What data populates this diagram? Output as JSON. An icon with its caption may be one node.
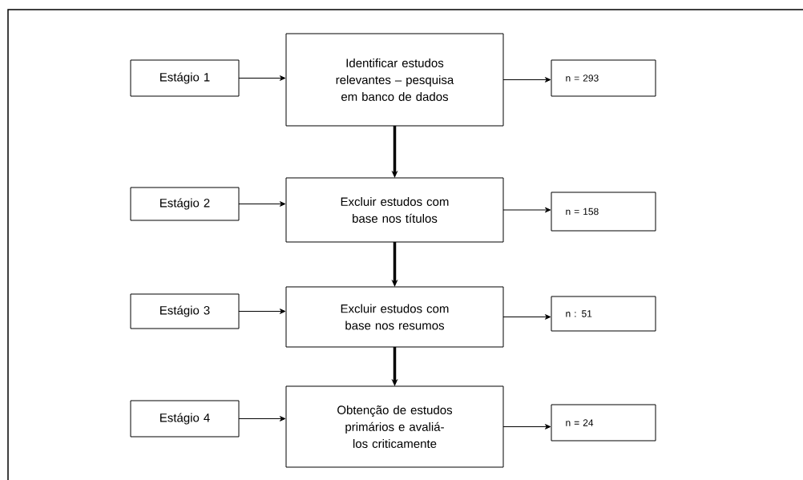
{
  "diagram": {
    "nodes": [
      {
        "text": [
          "Estágio 1"
        ]
      },
      {
        "text": [
          "Identificar estudos relevantes – pesquisa em banco de dados"
        ]
      },
      {
        "text": [
          "n = 293"
        ]
      },
      {
        "text": [
          "Estágio 2"
        ]
      },
      {
        "text": [
          "Excluir estudos com base nos títulos"
        ]
      },
      {
        "text": [
          "n = 158"
        ]
      },
      {
        "text": [
          "Estágio 3"
        ]
      },
      {
        "text": [
          "Excluir estudos com base nos resumos"
        ]
      },
      {
        "text": [
          "n : 51"
        ]
      },
      {
        "text": [
          "Estágio 4"
        ]
      },
      {
        "text": [
          "Obtenção de estudos primários e avaliá-los criticamente"
        ]
      },
      {
        "text": [
          "n = 24"
        ]
      }
    ],
    "edges": [
      {
        "from": 0,
        "to": 1,
        "arrow": "to"
      },
      {
        "from": 1,
        "to": 2,
        "arrow": "to"
      },
      {
        "from": 1,
        "to": 4,
        "arrow": "to",
        "style": "thick"
      },
      {
        "from": 3,
        "to": 4,
        "arrow": "to"
      },
      {
        "from": 4,
        "to": 5,
        "arrow": "to"
      },
      {
        "from": 4,
        "to": 7,
        "arrow": "to",
        "style": "thick"
      },
      {
        "from": 6,
        "to": 7,
        "arrow": "to"
      },
      {
        "from": 7,
        "to": 8,
        "arrow": "to"
      },
      {
        "from": 7,
        "to": 10,
        "arrow": "to",
        "style": "thick"
      },
      {
        "from": 9,
        "to": 10,
        "arrow": "to"
      },
      {
        "from": 10,
        "to": 11,
        "arrow": "to"
      }
    ]
  }
}
